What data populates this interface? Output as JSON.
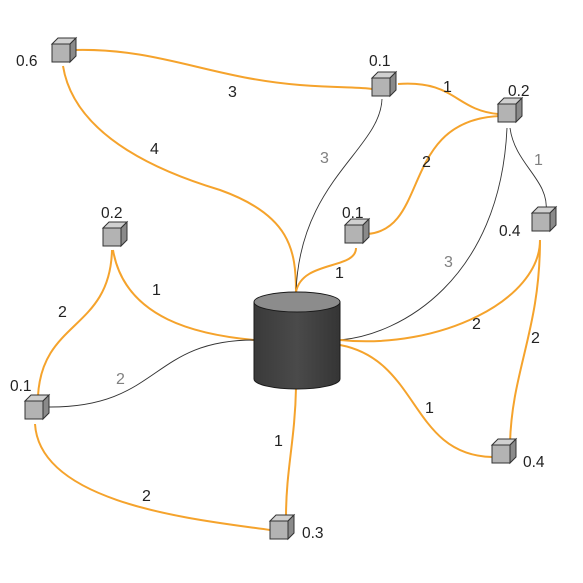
{
  "nodes": [
    {
      "id": "n1",
      "label": "0.6"
    },
    {
      "id": "n2",
      "label": "0.1"
    },
    {
      "id": "n3",
      "label": "0.2"
    },
    {
      "id": "n4",
      "label": "0.1"
    },
    {
      "id": "n5",
      "label": "0.2"
    },
    {
      "id": "n6",
      "label": "0.4"
    },
    {
      "id": "n7",
      "label": "0.1"
    },
    {
      "id": "n8",
      "label": "0.4"
    },
    {
      "id": "n9",
      "label": "0.3"
    }
  ],
  "edges": [
    {
      "id": "e1",
      "label": "3",
      "color": "#f5a32c"
    },
    {
      "id": "e2",
      "label": "4",
      "color": "#f5a32c"
    },
    {
      "id": "e3",
      "label": "1",
      "color": "#f5a32c"
    },
    {
      "id": "e4",
      "label": "3",
      "color": "#333333"
    },
    {
      "id": "e5",
      "label": "2",
      "color": "#f5a32c"
    },
    {
      "id": "e6",
      "label": "1",
      "color": "#333333"
    },
    {
      "id": "e7",
      "label": "3",
      "color": "#333333"
    },
    {
      "id": "e8",
      "label": "1",
      "color": "#f5a32c"
    },
    {
      "id": "e9",
      "label": "1",
      "color": "#f5a32c"
    },
    {
      "id": "e10",
      "label": "2",
      "color": "#f5a32c"
    },
    {
      "id": "e11",
      "label": "2",
      "color": "#333333"
    },
    {
      "id": "e12",
      "label": "2",
      "color": "#f5a32c"
    },
    {
      "id": "e13",
      "label": "2",
      "color": "#f5a32c"
    },
    {
      "id": "e14",
      "label": "2",
      "color": "#f5a32c"
    },
    {
      "id": "e15",
      "label": "1",
      "color": "#f5a32c"
    },
    {
      "id": "e16",
      "label": "1",
      "color": "#f5a32c"
    }
  ]
}
